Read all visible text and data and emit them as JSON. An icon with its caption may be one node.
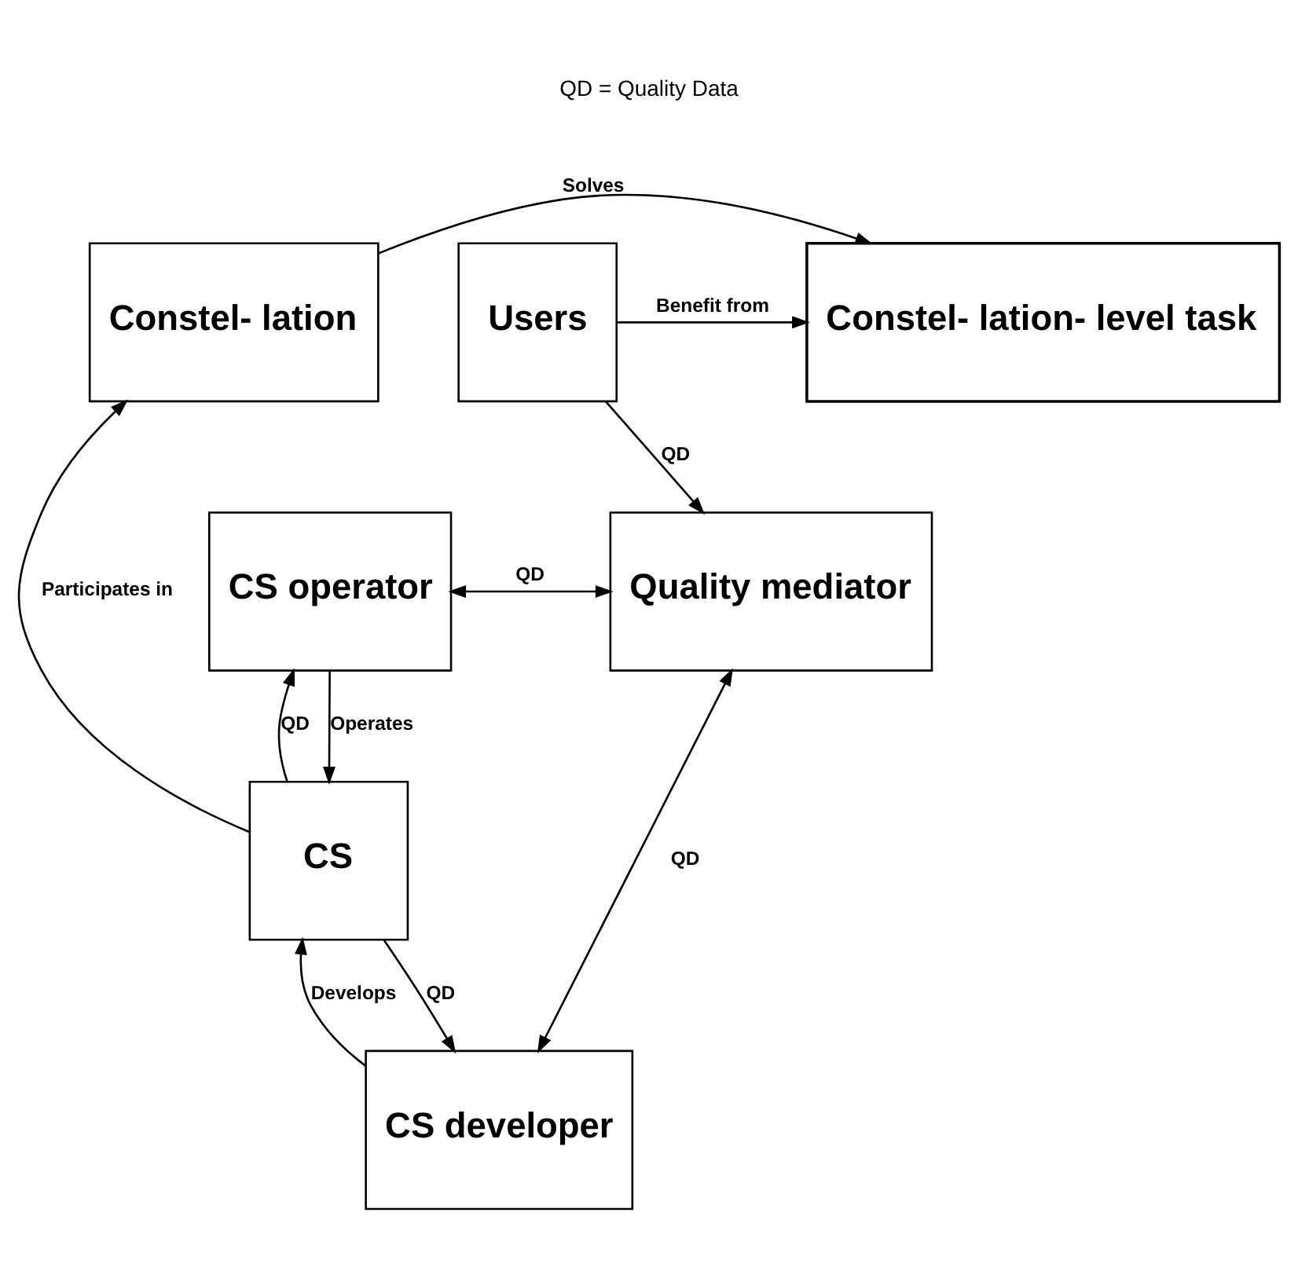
{
  "diagram": {
    "title": "QD = Quality Data",
    "nodes": [
      {
        "text": [
          "Constel- lation"
        ]
      },
      {
        "text": [
          "Constel- lation- level task"
        ]
      },
      {
        "text": [
          "Users"
        ]
      },
      {
        "text": [
          "CS operator"
        ]
      },
      {
        "text": [
          "Quality mediator"
        ]
      },
      {
        "text": [
          "CS"
        ]
      },
      {
        "text": [
          "CS developer"
        ]
      }
    ],
    "edges": [
      {
        "from": 0,
        "to": 1,
        "arrow": "to",
        "label": "Solves"
      },
      {
        "from": 2,
        "to": 1,
        "arrow": "to",
        "label": "Benefit from"
      },
      {
        "from": 2,
        "to": 4,
        "arrow": "to",
        "label": "QD"
      },
      {
        "from": 5,
        "to": 0,
        "arrow": "to",
        "label": "Participates in"
      },
      {
        "from": 3,
        "to": 5,
        "arrow": "to",
        "label": "Operates"
      },
      {
        "from": 5,
        "to": 3,
        "arrow": "to",
        "label": "QD"
      },
      {
        "from": 3,
        "to": 4,
        "arrow": "both",
        "label": "QD"
      },
      {
        "from": 5,
        "to": 6,
        "arrow": "to",
        "label": "QD"
      },
      {
        "from": 6,
        "to": 4,
        "arrow": "both",
        "label": "QD"
      },
      {
        "from": 6,
        "to": 5,
        "arrow": "to",
        "label": "Develops"
      }
    ]
  }
}
